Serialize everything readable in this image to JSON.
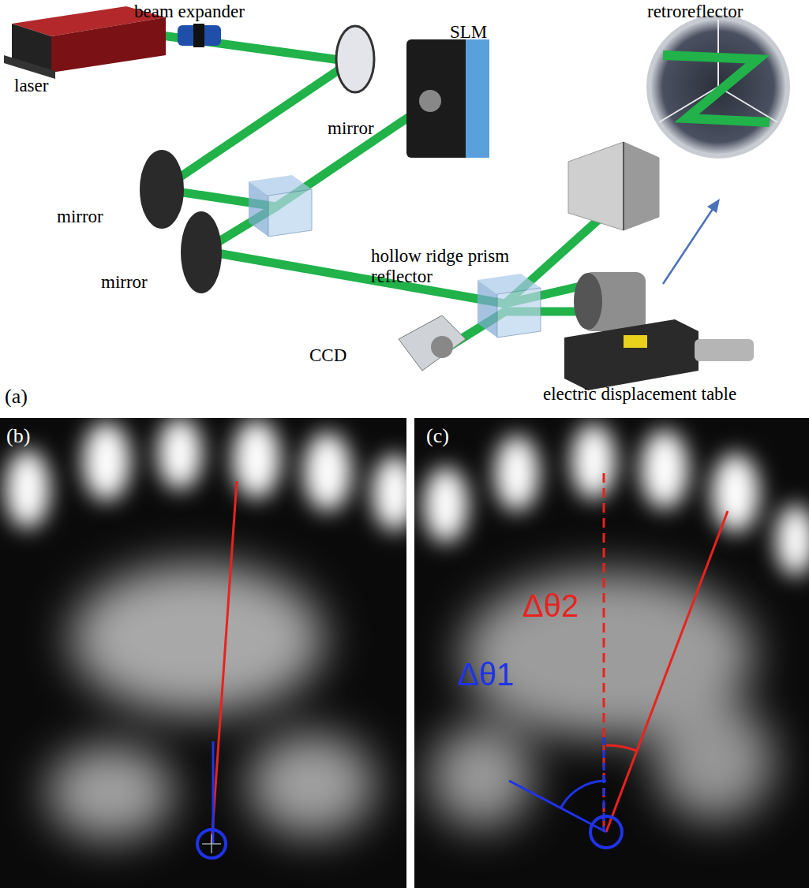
{
  "diagram": {
    "labels": [
      "beam expander",
      "laser",
      "mirror",
      "SLM",
      "retroreflector",
      "mirror",
      "hollow ridge prism reflector",
      "mirror",
      "CCD",
      "electric displacement table",
      "(a)",
      "(b)",
      "(c)",
      "Δθ2",
      "Δθ1"
    ]
  }
}
